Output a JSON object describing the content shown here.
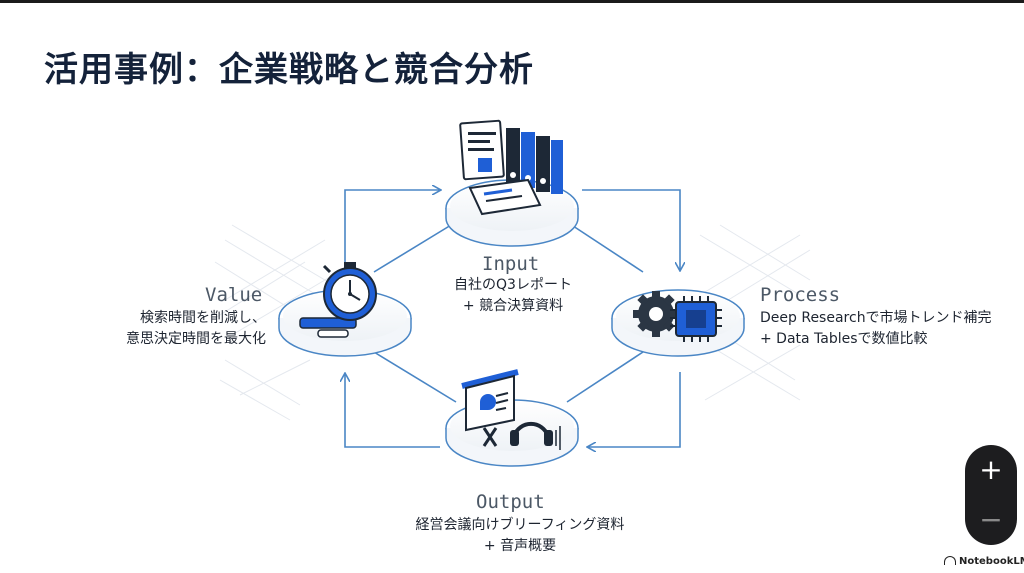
{
  "title": "活用事例：企業戦略と競合分析",
  "nodes": {
    "input": {
      "label": "Input",
      "line1": "自社のQ3レポート",
      "line2": "+ 競合決算資料"
    },
    "process": {
      "label": "Process",
      "line1": "Deep Researchで市場トレンド補完",
      "line2": "+ Data Tablesで数値比較"
    },
    "output": {
      "label": "Output",
      "line1": "経営会議向けブリーフィング資料",
      "line2": "+ 音声概要"
    },
    "value": {
      "label": "Value",
      "line1": "検索時間を削減し、",
      "line2": "意思決定時間を最大化"
    }
  },
  "zoom": {
    "in_label": "+",
    "out_label": "−"
  },
  "brand": "NotebookLM",
  "colors": {
    "title": "#14223a",
    "line": "#4a86c5",
    "accent": "#1f5fd6",
    "dark": "#1d2836"
  },
  "icons": [
    "documents-binders-icon",
    "gear-chip-icon",
    "presentation-headphones-icon",
    "stopwatch-icon"
  ]
}
